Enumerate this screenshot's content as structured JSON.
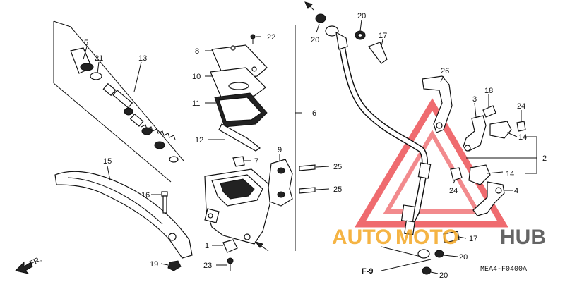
{
  "diagram": {
    "callouts": [
      "1",
      "2",
      "3",
      "4",
      "5",
      "6",
      "7",
      "8",
      "9",
      "10",
      "11",
      "12",
      "13",
      "14",
      "15",
      "16",
      "17",
      "18",
      "19",
      "20",
      "21",
      "22",
      "23",
      "24",
      "25",
      "26"
    ],
    "front_marker": "FR.",
    "view_marker": "F-9",
    "diagram_code": "MEA4-F0400A"
  },
  "watermark": {
    "text_a": "AUTO",
    "text_b": "MOTO",
    "text_c": "HUB",
    "color_orange": "#f4a724",
    "color_red": "#e8262b",
    "color_grey": "#555555"
  }
}
